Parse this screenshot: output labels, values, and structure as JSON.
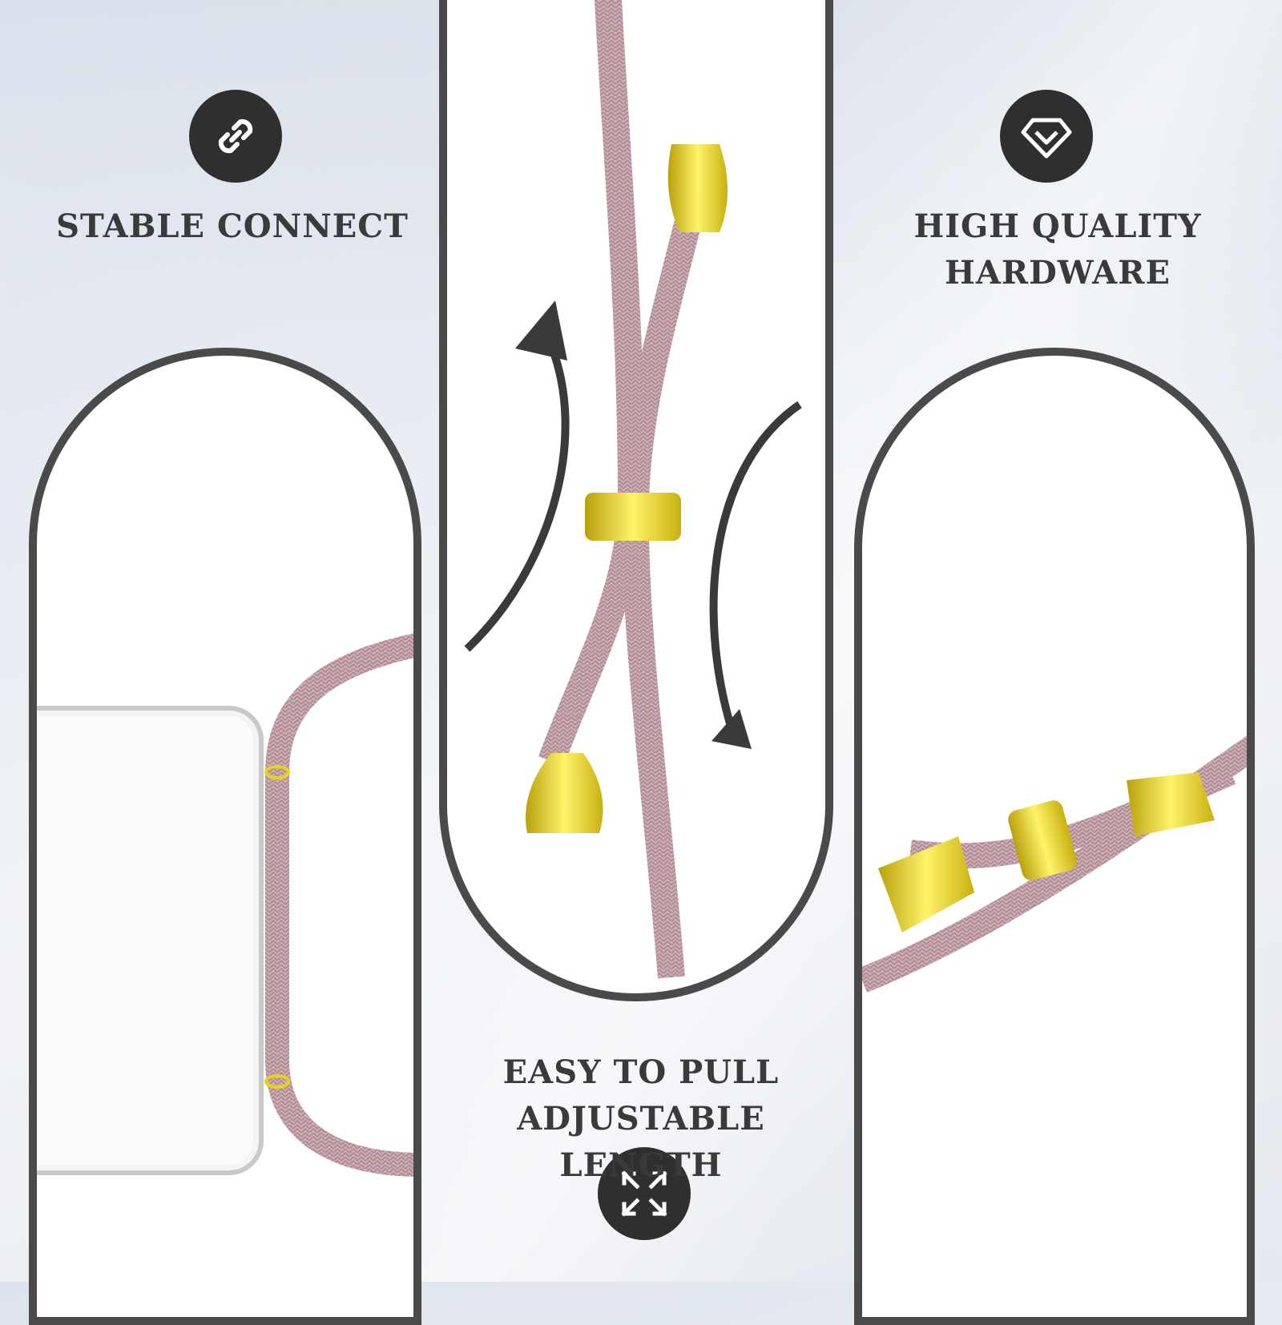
{
  "features": {
    "stable_connect": {
      "title": "STABLE CONNECT",
      "icon": "link-icon"
    },
    "high_quality": {
      "title_line1": "HIGH QUALITY",
      "title_line2": "HARDWARE",
      "icon": "diamond-icon"
    },
    "easy_pull": {
      "title_line1": "EASY TO PULL",
      "title_line2": "ADJUSTABLE LENGTH",
      "icon": "expand-arrows-icon"
    }
  },
  "colors": {
    "cord": "#c9a6ae",
    "cord_shadow": "#a98790",
    "gold": "#e8d21a",
    "frame": "#4a4a4a",
    "badge": "#2f2f2f"
  }
}
